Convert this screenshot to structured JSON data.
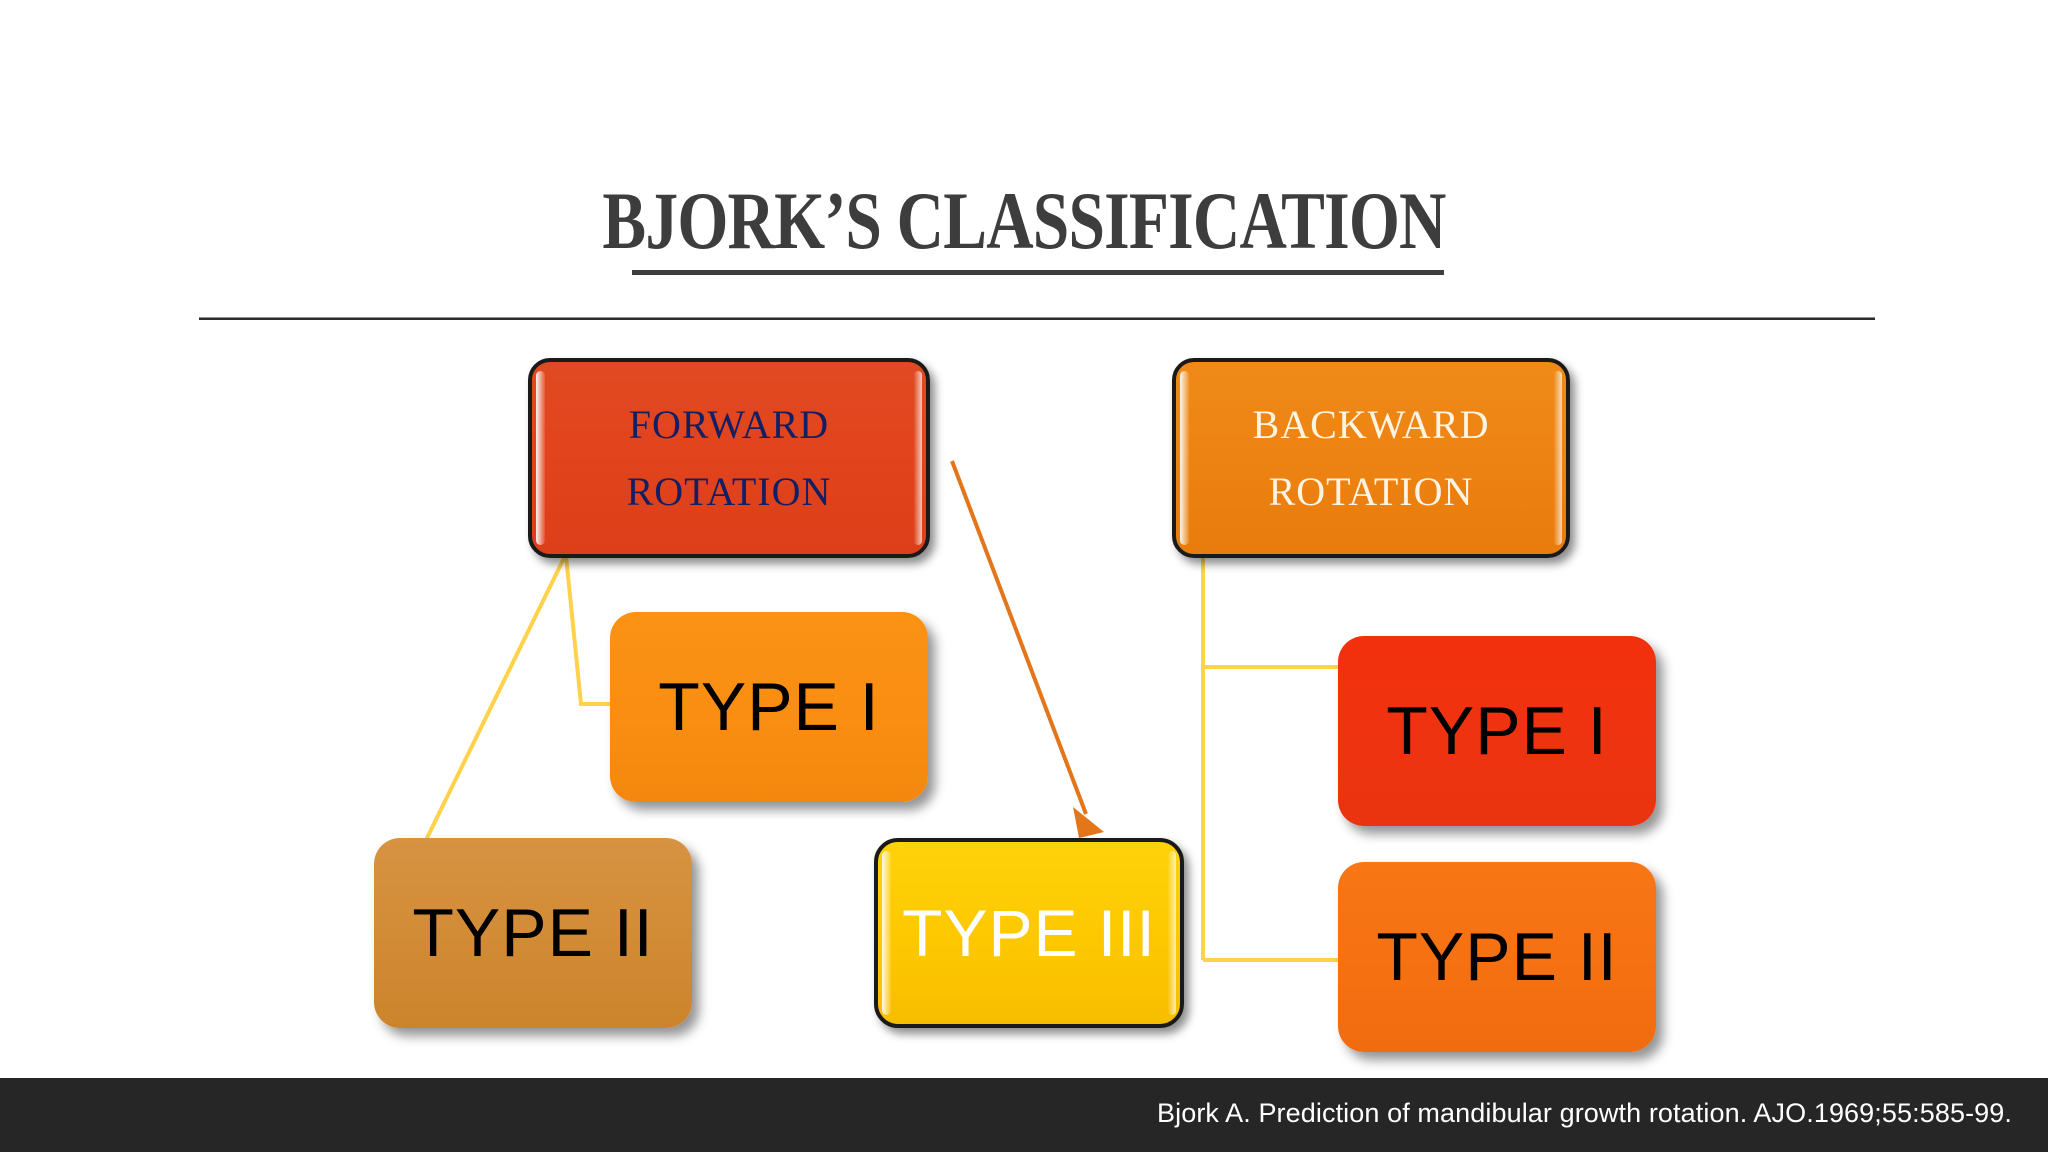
{
  "slide": {
    "title": "BJORK’S CLASSIFICATION",
    "background_color": "#FFFFFF"
  },
  "diagram": {
    "branches": [
      {
        "key": "forward",
        "header": {
          "line1": "FORWARD",
          "line2": "ROTATION",
          "fill_color": "#E2441D",
          "text_color": "#141F63"
        },
        "children": [
          {
            "key": "fwd-type1",
            "label": "TYPE I",
            "fill_color": "#F98E12",
            "text_color": "#000000"
          },
          {
            "key": "fwd-type2",
            "label": "TYPE II",
            "fill_color": "#D28B35",
            "text_color": "#000000"
          }
        ]
      },
      {
        "key": "backward",
        "header": {
          "line1": "BACKWARD",
          "line2": "ROTATION",
          "fill_color": "#ED8312",
          "text_color": "#FDF4E4"
        },
        "children": [
          {
            "key": "bwd-type1",
            "label": "TYPE I",
            "fill_color": "#EF3310",
            "text_color": "#000000"
          },
          {
            "key": "bwd-type2",
            "label": "TYPE II",
            "fill_color": "#F57112",
            "text_color": "#000000"
          }
        ]
      }
    ],
    "shared_node": {
      "key": "type3",
      "label": "TYPE III",
      "fill_color": "#FDC800",
      "text_color": "#FFFFFF"
    },
    "connector_colors": {
      "elbow_yellow": "#FFD24A",
      "arrow_orange": "#E3761A"
    }
  },
  "footer": {
    "citation": "Bjork A. Prediction of mandibular growth rotation. AJO.1969;55:585-99.",
    "bar_color": "#262626",
    "text_color": "#FFFFFF"
  }
}
